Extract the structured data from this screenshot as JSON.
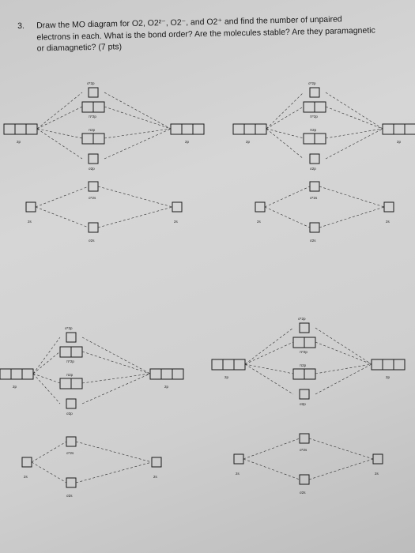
{
  "question": {
    "number": "3.",
    "text": "Draw the MO diagram for O2, O2²⁻, O2⁻, and O2⁺ and find the number of unpaired electrons in each. What is the bond order? Are the molecules stable? Are they paramagnetic or diamagnetic? (7 pts)"
  },
  "diagram_labels": {
    "sigma_star_2p": "σ*2p",
    "pi_star_2p": "π*2p",
    "pi_2p": "π2p",
    "sigma_2p": "σ2p",
    "sigma_star_2s": "σ*2s",
    "sigma_2s": "σ2s",
    "atomic_2p": "2p",
    "atomic_2s": "2s"
  },
  "diagrams": [
    {
      "name": "mo-diagram-top-left"
    },
    {
      "name": "mo-diagram-top-right"
    },
    {
      "name": "mo-diagram-bottom-left"
    },
    {
      "name": "mo-diagram-bottom-right"
    }
  ]
}
